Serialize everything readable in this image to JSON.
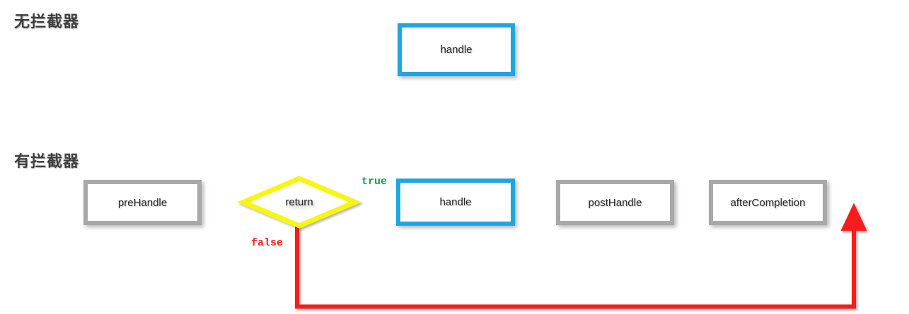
{
  "diagram": {
    "title_top": "无拦截器",
    "title_bottom": "有拦截器",
    "colors": {
      "flow_green": "#17a24a",
      "box_gray": "#a8a8a8",
      "box_blue": "#1fa5e0",
      "decision_yellow": "#f8f609",
      "false_red": "#f91e1e",
      "true_label_green": "#14a05a",
      "text_dark": "#262626",
      "title_text": "#3f3f3f"
    },
    "rows": [
      {
        "name": "without-interceptor",
        "title": "无拦截器",
        "nodes": [
          {
            "id": "handle-top",
            "label": "handle",
            "shape": "rectangle",
            "style": "blue"
          }
        ]
      },
      {
        "name": "with-interceptor",
        "title": "有拦截器",
        "nodes": [
          {
            "id": "pre-handle",
            "label": "preHandle",
            "shape": "rectangle",
            "style": "gray"
          },
          {
            "id": "return",
            "label": "return",
            "shape": "diamond",
            "style": "yellow"
          },
          {
            "id": "handle-bottom",
            "label": "handle",
            "shape": "rectangle",
            "style": "blue"
          },
          {
            "id": "post-handle",
            "label": "postHandle",
            "shape": "rectangle",
            "style": "gray"
          },
          {
            "id": "after-completion",
            "label": "afterCompletion",
            "shape": "rectangle",
            "style": "gray"
          }
        ],
        "edge_labels": [
          {
            "id": "true-branch",
            "label": "true",
            "color": "#14a05a"
          },
          {
            "id": "false-branch",
            "label": "false",
            "color": "#fb2222"
          }
        ]
      }
    ]
  }
}
